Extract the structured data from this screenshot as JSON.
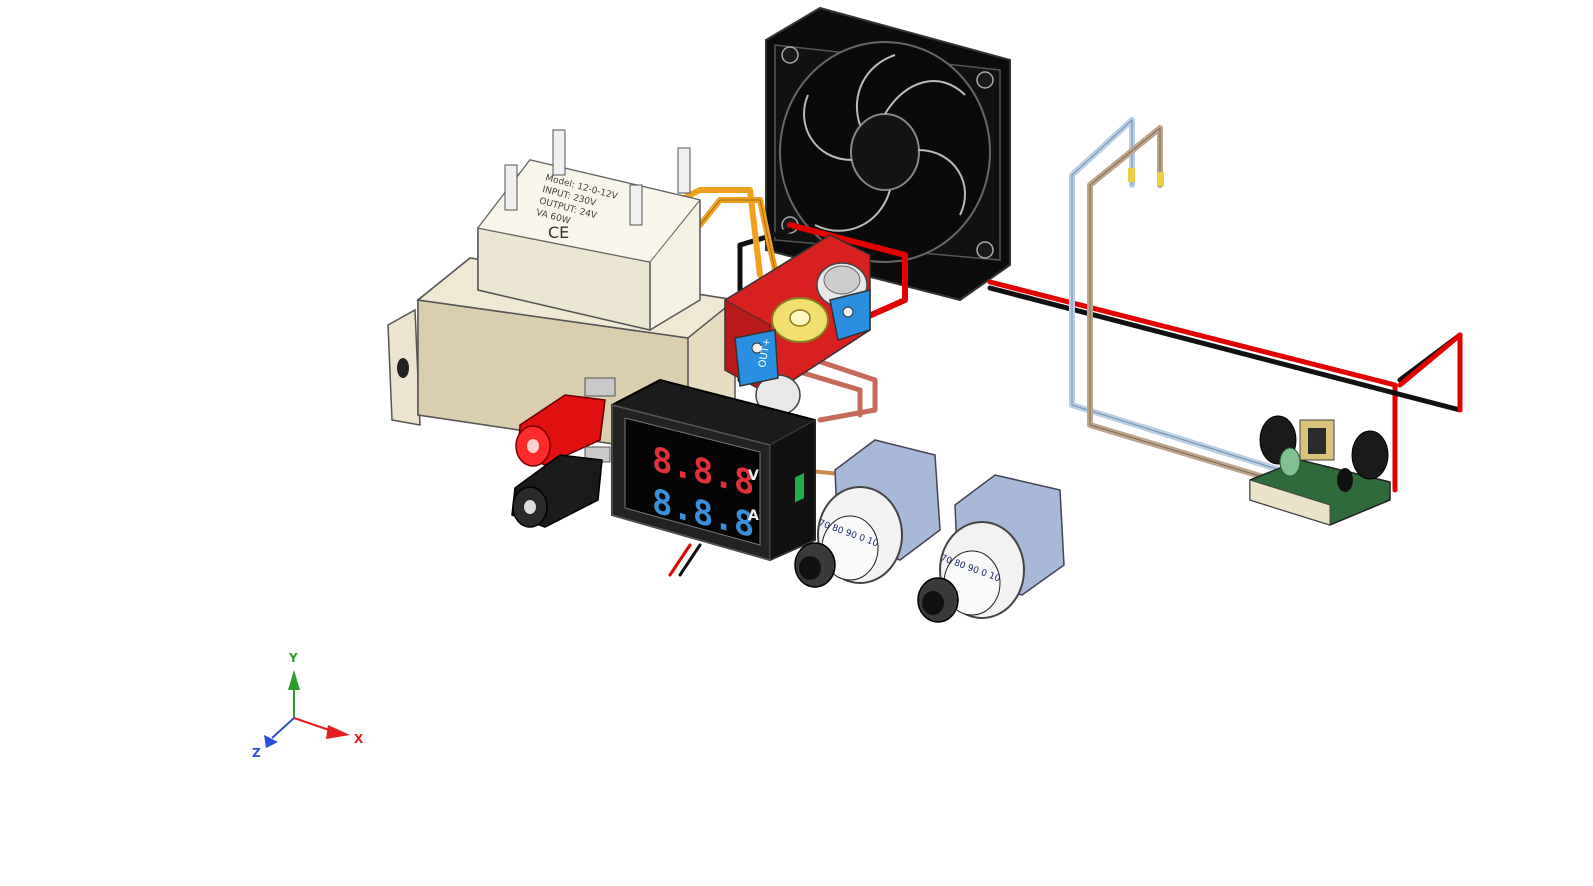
{
  "meter": {
    "voltage_reading": "8.8.8",
    "current_reading": "8.8.8",
    "voltage_unit": "V",
    "current_unit": "A",
    "reading_color_top": "#e0303a",
    "reading_color_bottom": "#3b8fd8"
  },
  "buck_module": {
    "terminal_label": "OUT+"
  },
  "transformer": {
    "label_line1": "Model: 12-0-12V",
    "label_line2": "INPUT: 230V",
    "label_line3": "OUTPUT: 24V",
    "label_line4": "VA 60W"
  },
  "pots": [
    {
      "dial_text": "70 80 90 0 10"
    },
    {
      "dial_text": "70 80 90 0 10"
    }
  ],
  "axis_triad": {
    "x_label": "X",
    "y_label": "Y",
    "z_label": "Z",
    "x_color": "#e02020",
    "y_color": "#2a9d2a",
    "z_color": "#2a4fd8"
  },
  "colors": {
    "wire_red": "#e30000",
    "wire_black": "#111111",
    "wire_orange": "#f0a020",
    "wire_blue": "#b8cfe6",
    "wire_tan": "#bda58c",
    "pcb_red": "#d82020",
    "terminal_blue": "#2a8fe0"
  }
}
